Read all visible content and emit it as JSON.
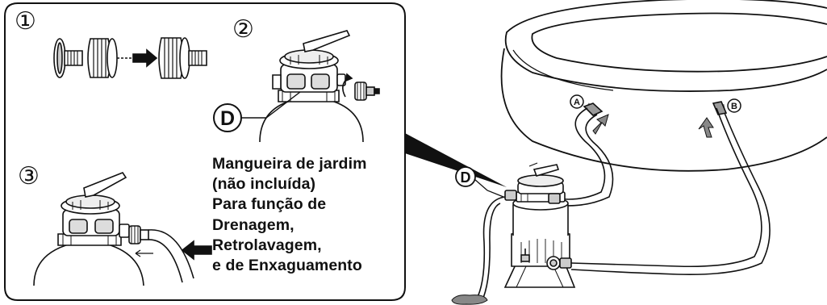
{
  "steps": {
    "step1_marker": "①",
    "step2_marker": "②",
    "step3_marker": "③"
  },
  "labels": {
    "d_detail": "D",
    "d_main": "D",
    "a": "A",
    "b": "B"
  },
  "callout": {
    "lines": [
      "Mangueira de jardim",
      "(não incluída)",
      "Para função de",
      "Drenagem,",
      "Retrolavagem,",
      "e de Enxaguamento"
    ]
  }
}
